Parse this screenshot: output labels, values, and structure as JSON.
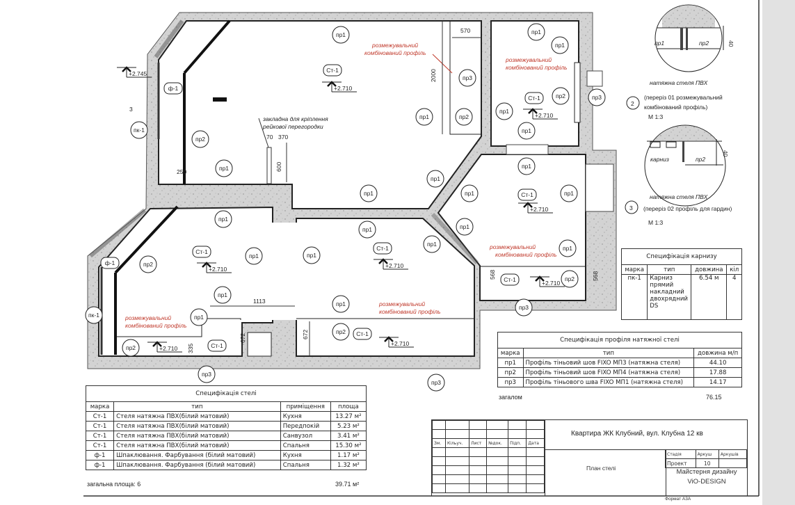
{
  "plan": {
    "markers": [
      "пр1",
      "пр2",
      "пр1",
      "пр1",
      "пр1",
      "пр3",
      "пр2",
      "пк-1",
      "пр1",
      "пр1",
      "пр2",
      "пр3",
      "пр1",
      "пр1",
      "пр1",
      "пр1",
      "пр1",
      "пр1",
      "пр1",
      "пр1",
      "пр2",
      "пр3",
      "пр1",
      "пр1",
      "пр1",
      "пр1",
      "пр2",
      "пр3",
      "пр1",
      "пр1",
      "пр2",
      "пр1",
      "пр1",
      "пр2",
      "пр3",
      "пк-1"
    ],
    "tags": [
      "Ст-1",
      "Ст-1",
      "Ст-1",
      "Ст-1",
      "Ст-1",
      "Ст-1",
      "Ст-1",
      "Ст-1",
      "ф-1",
      "ф-1"
    ],
    "elevations": [
      "+2.710",
      "+2.710",
      "+2.710",
      "+2.710",
      "+2.710",
      "+2.710",
      "+2.710",
      "+2.710",
      "+2.745"
    ],
    "red_note_line1": "розмежувальний",
    "red_note_line2": "комбінований профіль",
    "embed_note_line1": "закладна для кріплення",
    "embed_note_line2": "рейкової перегородки",
    "dimensions": [
      "570",
      "2000",
      "70",
      "370",
      "600",
      "250",
      "3",
      "1113",
      "335",
      "672",
      "672",
      "568",
      "568"
    ]
  },
  "details": {
    "detail2": {
      "num": "2",
      "title1": "(переріз 01 розмежувальний",
      "title2": "комбінований профіль)",
      "scale": "М 1:3",
      "label_a": "пр1",
      "label_b": "пр2",
      "ceiling": "натяжна стеля ПВХ",
      "dim": "40"
    },
    "detail3": {
      "num": "3",
      "title1": "(переріз 02 профіль для гардин)",
      "scale": "М 1:3",
      "label_a": "карниз",
      "label_b": "пр2",
      "ceiling": "натяжна стеля ПВХ",
      "dim": "40"
    }
  },
  "ceiling_spec": {
    "title": "Специфікація стелі",
    "headers": [
      "марка",
      "тип",
      "приміщення",
      "площа"
    ],
    "rows": [
      [
        "Ст-1",
        "Стеля натяжна ПВХ(білий матовий)",
        "Кухня",
        "13.27 м²"
      ],
      [
        "Ст-1",
        "Стеля натяжна ПВХ(білий матовий)",
        "Передпокій",
        "5.23 м²"
      ],
      [
        "Ст-1",
        "Стеля натяжна ПВХ(білий матовий)",
        "Санвузол",
        "3.41 м²"
      ],
      [
        "Ст-1",
        "Стеля натяжна ПВХ(білий матовий)",
        "Спальня",
        "15.30 м²"
      ],
      [
        "ф-1",
        "Шпаклювання. Фарбування (білий матовий)",
        "Кухня",
        "1.17 м²"
      ],
      [
        "ф-1",
        "Шпаклювання. Фарбування (білий матовий)",
        "Спальня",
        "1.32 м²"
      ]
    ],
    "total_label": "загальна площа: 6",
    "total_value": "39.71 м²"
  },
  "cornice_spec": {
    "title": "Специфікація карнизу",
    "headers": [
      "марка",
      "тип",
      "довжина",
      "кіл"
    ],
    "rows": [
      [
        "пк-1",
        "Карниз прямий накладний двохрядний DS",
        "6.54 м",
        "4"
      ]
    ]
  },
  "profile_spec": {
    "title": "Специфікація профіля натяжної стелі",
    "headers": [
      "марка",
      "тип",
      "довжина м/п"
    ],
    "rows": [
      [
        "пр1",
        "Профіль тіньовий шов FIXO МП3 (натяжна стеля)",
        "44.10"
      ],
      [
        "пр2",
        "Профіль тіньовий шов FIXO МП4 (натяжна стеля)",
        "17.88"
      ],
      [
        "пр3",
        "Профіль тіньового шва FIXO МП1 (натяжна стеля)",
        "14.17"
      ]
    ],
    "total_label": "загалом",
    "total_value": "76.15"
  },
  "title_block": {
    "cols": [
      "Зм.",
      "Кільуч.",
      "Лист",
      "№док.",
      "Підп.",
      "Дата"
    ],
    "project": "Квартира ЖК Клубний, вул. Клубна 12 кв",
    "sheet_name": "План стелі",
    "stage_h": "Стадія",
    "sheet_h": "Аркуш",
    "sheets_h": "Аркушів",
    "stage": "Проект",
    "sheet": "10",
    "studio1": "Майстерня дизайну",
    "studio2": "ViO-DESIGN",
    "format": "Формат А3А"
  }
}
